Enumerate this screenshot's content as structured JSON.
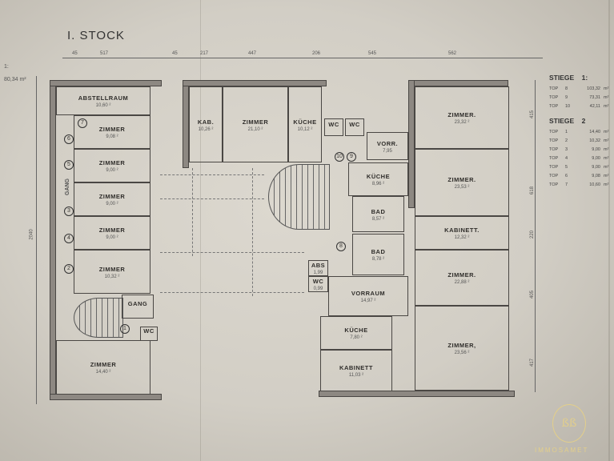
{
  "title": "I. STOCK",
  "top_dimensions": [
    "45",
    "517",
    "45",
    "217",
    "447",
    "206",
    "545",
    "562"
  ],
  "left_annotations": {
    "label": "1:",
    "area": "80,34 m²",
    "height": "2040"
  },
  "right_dimensions": [
    "415",
    "618",
    "220",
    "405",
    "417"
  ],
  "rooms": [
    {
      "name": "ABSTELLRAUM",
      "area": "10,60 ²"
    },
    {
      "name": "ZIMMER",
      "area": "9,08 ²"
    },
    {
      "name": "ZIMMER",
      "area": "9,00 ²"
    },
    {
      "name": "ZIMMER",
      "area": "9,00 ²"
    },
    {
      "name": "ZIMMER",
      "area": "9,00 ²"
    },
    {
      "name": "ZIMMER",
      "area": "10,32 ²"
    },
    {
      "name": "GANG",
      "area": ""
    },
    {
      "name": "ZIMMER",
      "area": "14,40 ²"
    },
    {
      "name": "WC",
      "area": ""
    },
    {
      "name": "KAB.",
      "area": "10,26 ²"
    },
    {
      "name": "ZIMMER",
      "area": "21,10 ²"
    },
    {
      "name": "KÜCHE",
      "area": "10,12 ²"
    },
    {
      "name": "WC",
      "area": ""
    },
    {
      "name": "WC",
      "area": ""
    },
    {
      "name": "VORR.",
      "area": "7,95"
    },
    {
      "name": "KÜCHE",
      "area": "8,96 ²"
    },
    {
      "name": "BAD",
      "area": "8,57 ²"
    },
    {
      "name": "BAD",
      "area": "8,78 ²"
    },
    {
      "name": "ABS",
      "area": "1,99"
    },
    {
      "name": "WC",
      "area": "0,99"
    },
    {
      "name": "VORRAUM",
      "area": "14,97 ²"
    },
    {
      "name": "KÜCHE",
      "area": "7,80 ²"
    },
    {
      "name": "KABINETT",
      "area": "11,03 ²"
    },
    {
      "name": "ZIMMER.",
      "area": "23,32 ²"
    },
    {
      "name": "ZIMMER.",
      "area": "23,53 ²"
    },
    {
      "name": "KABINETT.",
      "area": "12,32 ²"
    },
    {
      "name": "ZIMMER.",
      "area": "22,88 ²"
    },
    {
      "name": "ZIMMER,",
      "area": "23,56 ²"
    }
  ],
  "gang_label": "GANG",
  "unit_markers": [
    "7",
    "6",
    "5",
    "4",
    "3",
    "2",
    "1",
    "10",
    "9",
    "8"
  ],
  "legend": {
    "stiege1": {
      "title": "STIEGE",
      "number": "1:",
      "rows": [
        {
          "top": "TOP",
          "n": "8",
          "area": "103,32",
          "unit": "m²"
        },
        {
          "top": "TOP",
          "n": "9",
          "area": "73,31",
          "unit": "m²"
        },
        {
          "top": "TOP",
          "n": "10",
          "area": "42,11",
          "unit": "m²"
        }
      ]
    },
    "stiege2": {
      "title": "STIEGE",
      "number": "2",
      "rows": [
        {
          "top": "TOP",
          "n": "1",
          "area": "14,40",
          "unit": "m²"
        },
        {
          "top": "TOP",
          "n": "2",
          "area": "10,32",
          "unit": "m²"
        },
        {
          "top": "TOP",
          "n": "3",
          "area": "9,00",
          "unit": "m²"
        },
        {
          "top": "TOP",
          "n": "4",
          "area": "9,00",
          "unit": "m²"
        },
        {
          "top": "TOP",
          "n": "5",
          "area": "9,00",
          "unit": "m²"
        },
        {
          "top": "TOP",
          "n": "6",
          "area": "9,08",
          "unit": "m²"
        },
        {
          "top": "TOP",
          "n": "7",
          "area": "10,60",
          "unit": "m²"
        }
      ]
    }
  },
  "logo": {
    "text": "IMMOSAMET",
    "monogram": "ßß",
    "color": "#e3cf8a"
  }
}
